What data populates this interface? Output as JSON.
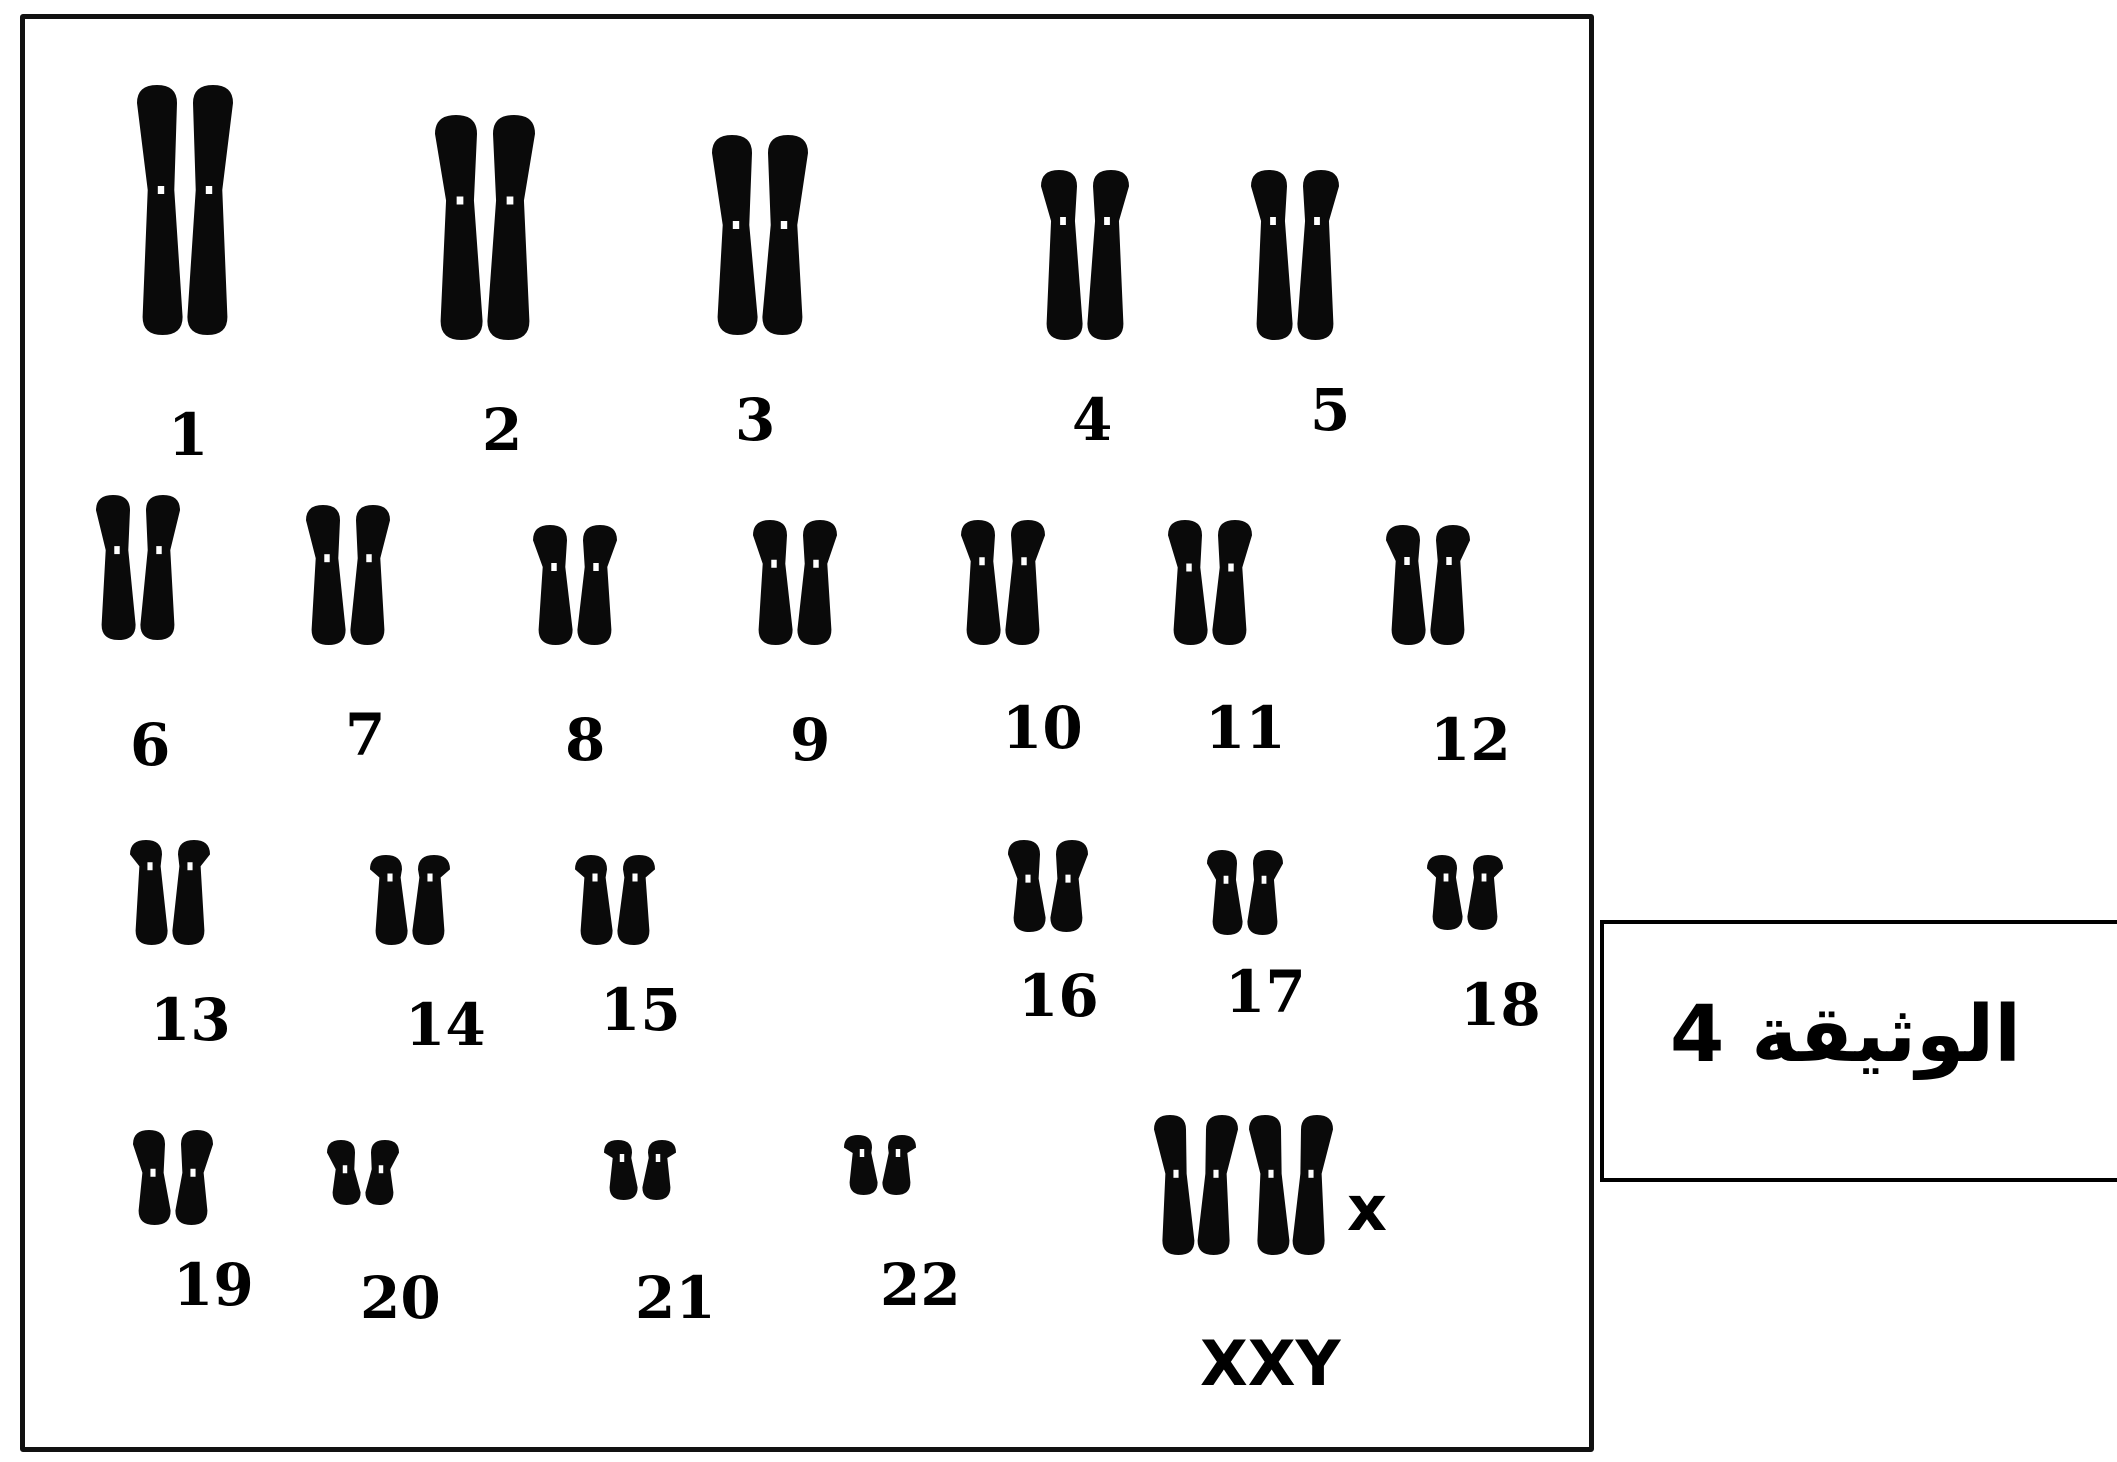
{
  "karyotype": {
    "pairs": [
      "1",
      "2",
      "3",
      "4",
      "5",
      "6",
      "7",
      "8",
      "9",
      "10",
      "11",
      "12",
      "13",
      "14",
      "15",
      "16",
      "17",
      "18",
      "19",
      "20",
      "21",
      "22"
    ],
    "sex_chromosomes_marker": "x",
    "sex_chromosomes_label": "XXY"
  },
  "document": {
    "label": "الوثيقة 4"
  }
}
